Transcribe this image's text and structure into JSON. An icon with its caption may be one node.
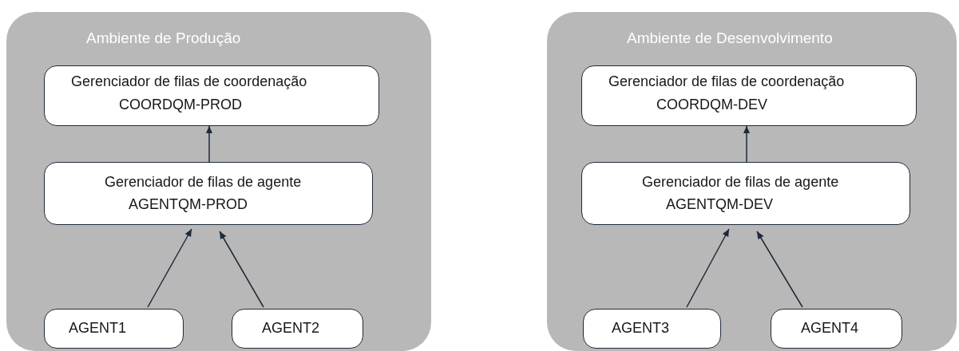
{
  "diagram": {
    "nodes": [
      {
        "text": [
          "Ambiente de Produção"
        ]
      },
      {
        "text": [
          "Gerenciador de filas de coordenação",
          "COORDQM-PROD"
        ],
        "in": 0
      },
      {
        "text": [
          "Gerenciador de filas de agente",
          "AGENTQM-PROD"
        ],
        "in": 0
      },
      {
        "text": [
          "AGENT1"
        ],
        "in": 0
      },
      {
        "text": [
          "AGENT2"
        ],
        "in": 0
      },
      {
        "text": [
          "Ambiente de Desenvolvimento"
        ]
      },
      {
        "text": [
          "Gerenciador de filas de coordenação",
          "COORDQM-DEV"
        ],
        "in": 5
      },
      {
        "text": [
          "Gerenciador de filas de agente",
          "AGENTQM-DEV"
        ],
        "in": 5
      },
      {
        "text": [
          "AGENT3"
        ],
        "in": 5
      },
      {
        "text": [
          "AGENT4"
        ],
        "in": 5
      }
    ],
    "edges": [
      {
        "from": 2,
        "to": 1,
        "arrow": "to"
      },
      {
        "from": 3,
        "to": 2,
        "arrow": "to"
      },
      {
        "from": 4,
        "to": 2,
        "arrow": "to"
      },
      {
        "from": 7,
        "to": 6,
        "arrow": "to"
      },
      {
        "from": 8,
        "to": 7,
        "arrow": "to"
      },
      {
        "from": 9,
        "to": 7,
        "arrow": "to"
      }
    ]
  }
}
